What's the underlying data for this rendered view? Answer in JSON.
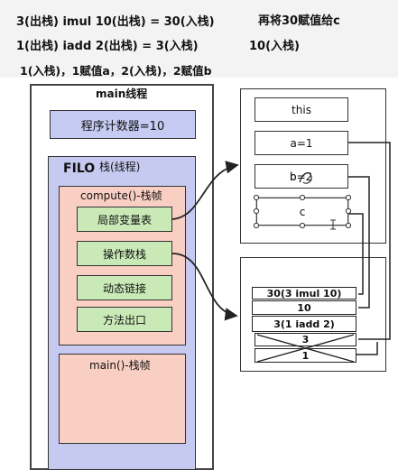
{
  "notes": {
    "line1": "3(出栈) imul 10(出栈) = 30(入栈)",
    "line1_right": "再将30赋值给c",
    "line2": "1(出栈) iadd 2(出栈) = 3(入栈)",
    "line2_right": "10(入栈)",
    "line3": "1(入栈)，1赋值a，2(入栈)，2赋值b"
  },
  "thread": {
    "title": "main线程",
    "pc": "程序计数器=10",
    "filo": "FILO",
    "stack_label": "栈(线程)",
    "compute_frame": {
      "title": "compute()-栈帧",
      "items": [
        "局部变量表",
        "操作数栈",
        "动态链接",
        "方法出口"
      ]
    },
    "main_frame": {
      "title": "main()-栈帧"
    }
  },
  "locals": {
    "slots": [
      "this",
      "a=1",
      "b=2",
      "c"
    ],
    "b_overwrite": "b"
  },
  "operand_stack": {
    "entries": [
      "30(3 imul 10)",
      "10",
      "3(1 iadd 2)",
      "3",
      "1"
    ]
  },
  "colors": {
    "pc_fill": "#c5cbf2",
    "stack_fill": "#c7caf0",
    "frame_fill": "#f9cfc3",
    "item_fill": "#c9e9b7",
    "border": "#333333"
  }
}
